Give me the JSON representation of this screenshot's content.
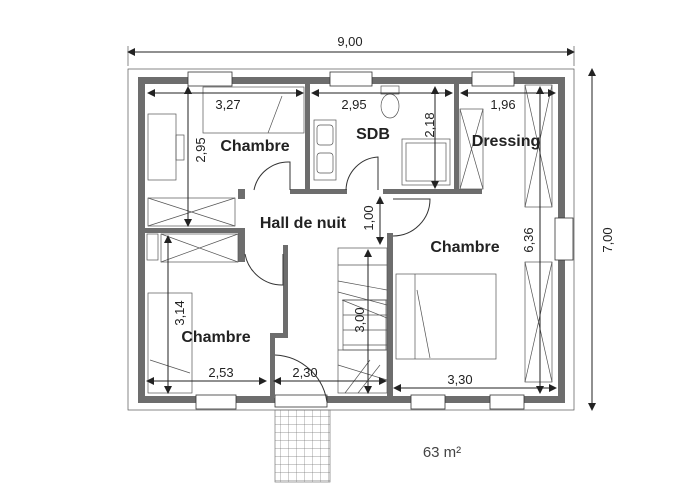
{
  "overall": {
    "width": "9,00",
    "depth": "7,00",
    "area": "63 m²"
  },
  "rooms": [
    {
      "name": "Chambre",
      "width": "3,27",
      "depth": "2,95"
    },
    {
      "name": "SDB",
      "width": "2,95",
      "depth": "2,18"
    },
    {
      "name": "Dressing",
      "width": "1,96"
    },
    {
      "name": "Hall de nuit",
      "depth": "1,00"
    },
    {
      "name": "Chambre",
      "width": "3,30",
      "depth": "6,36"
    },
    {
      "name": "Chambre",
      "width": "2,53",
      "depth": "3,14"
    }
  ],
  "stairs": {
    "length": "3,00"
  },
  "landing": {
    "width": "2,30"
  }
}
